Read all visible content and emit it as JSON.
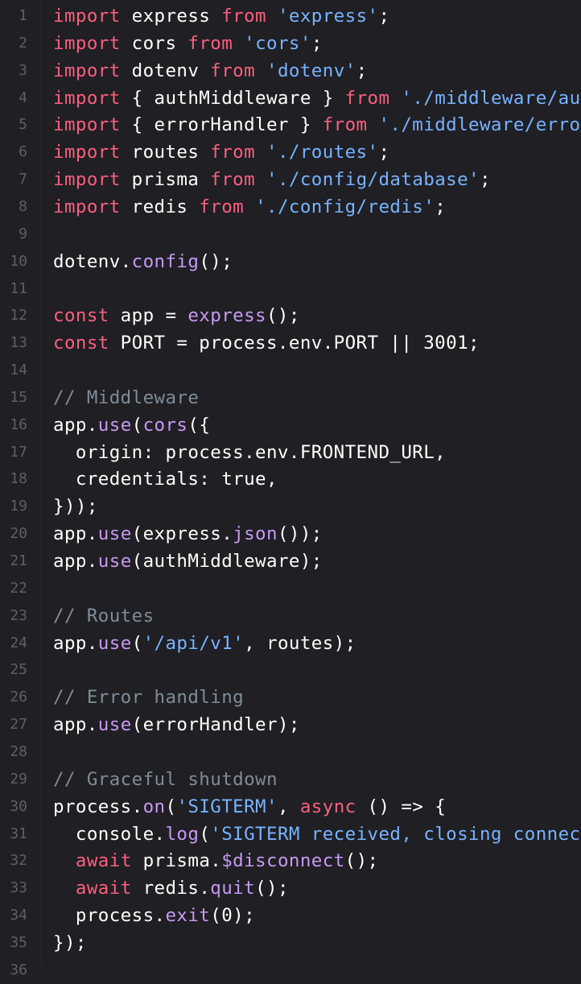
{
  "colors": {
    "background": "#1f1f24",
    "line_number": "#5d6067",
    "keyword": "#fc5f7e",
    "string": "#78b3ff",
    "function": "#c998f2",
    "comment": "#7f8c98",
    "plain": "#ffffff"
  },
  "lines": [
    {
      "n": "1",
      "tokens": [
        {
          "t": "import",
          "c": "kw"
        },
        {
          "t": " express ",
          "c": "plain"
        },
        {
          "t": "from",
          "c": "kw"
        },
        {
          "t": " ",
          "c": "plain"
        },
        {
          "t": "'express'",
          "c": "str"
        },
        {
          "t": ";",
          "c": "plain"
        }
      ]
    },
    {
      "n": "2",
      "tokens": [
        {
          "t": "import",
          "c": "kw"
        },
        {
          "t": " cors ",
          "c": "plain"
        },
        {
          "t": "from",
          "c": "kw"
        },
        {
          "t": " ",
          "c": "plain"
        },
        {
          "t": "'cors'",
          "c": "str"
        },
        {
          "t": ";",
          "c": "plain"
        }
      ]
    },
    {
      "n": "3",
      "tokens": [
        {
          "t": "import",
          "c": "kw"
        },
        {
          "t": " dotenv ",
          "c": "plain"
        },
        {
          "t": "from",
          "c": "kw"
        },
        {
          "t": " ",
          "c": "plain"
        },
        {
          "t": "'dotenv'",
          "c": "str"
        },
        {
          "t": ";",
          "c": "plain"
        }
      ]
    },
    {
      "n": "4",
      "tokens": [
        {
          "t": "import",
          "c": "kw"
        },
        {
          "t": " { authMiddleware } ",
          "c": "plain"
        },
        {
          "t": "from",
          "c": "kw"
        },
        {
          "t": " ",
          "c": "plain"
        },
        {
          "t": "'./middleware/au",
          "c": "str"
        }
      ]
    },
    {
      "n": "5",
      "tokens": [
        {
          "t": "import",
          "c": "kw"
        },
        {
          "t": " { errorHandler } ",
          "c": "plain"
        },
        {
          "t": "from",
          "c": "kw"
        },
        {
          "t": " ",
          "c": "plain"
        },
        {
          "t": "'./middleware/erro",
          "c": "str"
        }
      ]
    },
    {
      "n": "6",
      "tokens": [
        {
          "t": "import",
          "c": "kw"
        },
        {
          "t": " routes ",
          "c": "plain"
        },
        {
          "t": "from",
          "c": "kw"
        },
        {
          "t": " ",
          "c": "plain"
        },
        {
          "t": "'./routes'",
          "c": "str"
        },
        {
          "t": ";",
          "c": "plain"
        }
      ]
    },
    {
      "n": "7",
      "tokens": [
        {
          "t": "import",
          "c": "kw"
        },
        {
          "t": " prisma ",
          "c": "plain"
        },
        {
          "t": "from",
          "c": "kw"
        },
        {
          "t": " ",
          "c": "plain"
        },
        {
          "t": "'./config/database'",
          "c": "str"
        },
        {
          "t": ";",
          "c": "plain"
        }
      ]
    },
    {
      "n": "8",
      "tokens": [
        {
          "t": "import",
          "c": "kw"
        },
        {
          "t": " redis ",
          "c": "plain"
        },
        {
          "t": "from",
          "c": "kw"
        },
        {
          "t": " ",
          "c": "plain"
        },
        {
          "t": "'./config/redis'",
          "c": "str"
        },
        {
          "t": ";",
          "c": "plain"
        }
      ]
    },
    {
      "n": "9",
      "tokens": []
    },
    {
      "n": "10",
      "tokens": [
        {
          "t": "dotenv.",
          "c": "plain"
        },
        {
          "t": "config",
          "c": "fn"
        },
        {
          "t": "();",
          "c": "plain"
        }
      ]
    },
    {
      "n": "11",
      "tokens": []
    },
    {
      "n": "12",
      "tokens": [
        {
          "t": "const",
          "c": "kw"
        },
        {
          "t": " app = ",
          "c": "plain"
        },
        {
          "t": "express",
          "c": "fn"
        },
        {
          "t": "();",
          "c": "plain"
        }
      ]
    },
    {
      "n": "13",
      "tokens": [
        {
          "t": "const",
          "c": "kw"
        },
        {
          "t": " PORT = process.env.PORT || 3001;",
          "c": "plain"
        }
      ]
    },
    {
      "n": "14",
      "tokens": []
    },
    {
      "n": "15",
      "tokens": [
        {
          "t": "// Middleware",
          "c": "cm"
        }
      ]
    },
    {
      "n": "16",
      "tokens": [
        {
          "t": "app.",
          "c": "plain"
        },
        {
          "t": "use",
          "c": "fn"
        },
        {
          "t": "(",
          "c": "plain"
        },
        {
          "t": "cors",
          "c": "fn"
        },
        {
          "t": "({",
          "c": "plain"
        }
      ]
    },
    {
      "n": "17",
      "tokens": [
        {
          "t": "  origin: process.env.FRONTEND_URL,",
          "c": "plain"
        }
      ]
    },
    {
      "n": "18",
      "tokens": [
        {
          "t": "  credentials: true,",
          "c": "plain"
        }
      ]
    },
    {
      "n": "19",
      "tokens": [
        {
          "t": "}));",
          "c": "plain"
        }
      ]
    },
    {
      "n": "20",
      "tokens": [
        {
          "t": "app.",
          "c": "plain"
        },
        {
          "t": "use",
          "c": "fn"
        },
        {
          "t": "(express.",
          "c": "plain"
        },
        {
          "t": "json",
          "c": "fn"
        },
        {
          "t": "());",
          "c": "plain"
        }
      ]
    },
    {
      "n": "21",
      "tokens": [
        {
          "t": "app.",
          "c": "plain"
        },
        {
          "t": "use",
          "c": "fn"
        },
        {
          "t": "(authMiddleware);",
          "c": "plain"
        }
      ]
    },
    {
      "n": "22",
      "tokens": []
    },
    {
      "n": "23",
      "tokens": [
        {
          "t": "// Routes",
          "c": "cm"
        }
      ]
    },
    {
      "n": "24",
      "tokens": [
        {
          "t": "app.",
          "c": "plain"
        },
        {
          "t": "use",
          "c": "fn"
        },
        {
          "t": "(",
          "c": "plain"
        },
        {
          "t": "'/api/v1'",
          "c": "str"
        },
        {
          "t": ", routes);",
          "c": "plain"
        }
      ]
    },
    {
      "n": "25",
      "tokens": []
    },
    {
      "n": "26",
      "tokens": [
        {
          "t": "// Error handling",
          "c": "cm"
        }
      ]
    },
    {
      "n": "27",
      "tokens": [
        {
          "t": "app.",
          "c": "plain"
        },
        {
          "t": "use",
          "c": "fn"
        },
        {
          "t": "(errorHandler);",
          "c": "plain"
        }
      ]
    },
    {
      "n": "28",
      "tokens": []
    },
    {
      "n": "29",
      "tokens": [
        {
          "t": "// Graceful shutdown",
          "c": "cm"
        }
      ]
    },
    {
      "n": "30",
      "tokens": [
        {
          "t": "process.",
          "c": "plain"
        },
        {
          "t": "on",
          "c": "fn"
        },
        {
          "t": "(",
          "c": "plain"
        },
        {
          "t": "'SIGTERM'",
          "c": "str"
        },
        {
          "t": ", ",
          "c": "plain"
        },
        {
          "t": "async",
          "c": "kw"
        },
        {
          "t": " () => {",
          "c": "plain"
        }
      ]
    },
    {
      "n": "31",
      "tokens": [
        {
          "t": "  console.",
          "c": "plain"
        },
        {
          "t": "log",
          "c": "fn"
        },
        {
          "t": "(",
          "c": "plain"
        },
        {
          "t": "'SIGTERM received, closing connec",
          "c": "str"
        }
      ]
    },
    {
      "n": "32",
      "tokens": [
        {
          "t": "  ",
          "c": "plain"
        },
        {
          "t": "await",
          "c": "kw"
        },
        {
          "t": " prisma.",
          "c": "plain"
        },
        {
          "t": "$disconnect",
          "c": "fn"
        },
        {
          "t": "();",
          "c": "plain"
        }
      ]
    },
    {
      "n": "33",
      "tokens": [
        {
          "t": "  ",
          "c": "plain"
        },
        {
          "t": "await",
          "c": "kw"
        },
        {
          "t": " redis.",
          "c": "plain"
        },
        {
          "t": "quit",
          "c": "fn"
        },
        {
          "t": "();",
          "c": "plain"
        }
      ]
    },
    {
      "n": "34",
      "tokens": [
        {
          "t": "  process.",
          "c": "plain"
        },
        {
          "t": "exit",
          "c": "fn"
        },
        {
          "t": "(0);",
          "c": "plain"
        }
      ]
    },
    {
      "n": "35",
      "tokens": [
        {
          "t": "});",
          "c": "plain"
        }
      ]
    },
    {
      "n": "36",
      "tokens": []
    }
  ]
}
